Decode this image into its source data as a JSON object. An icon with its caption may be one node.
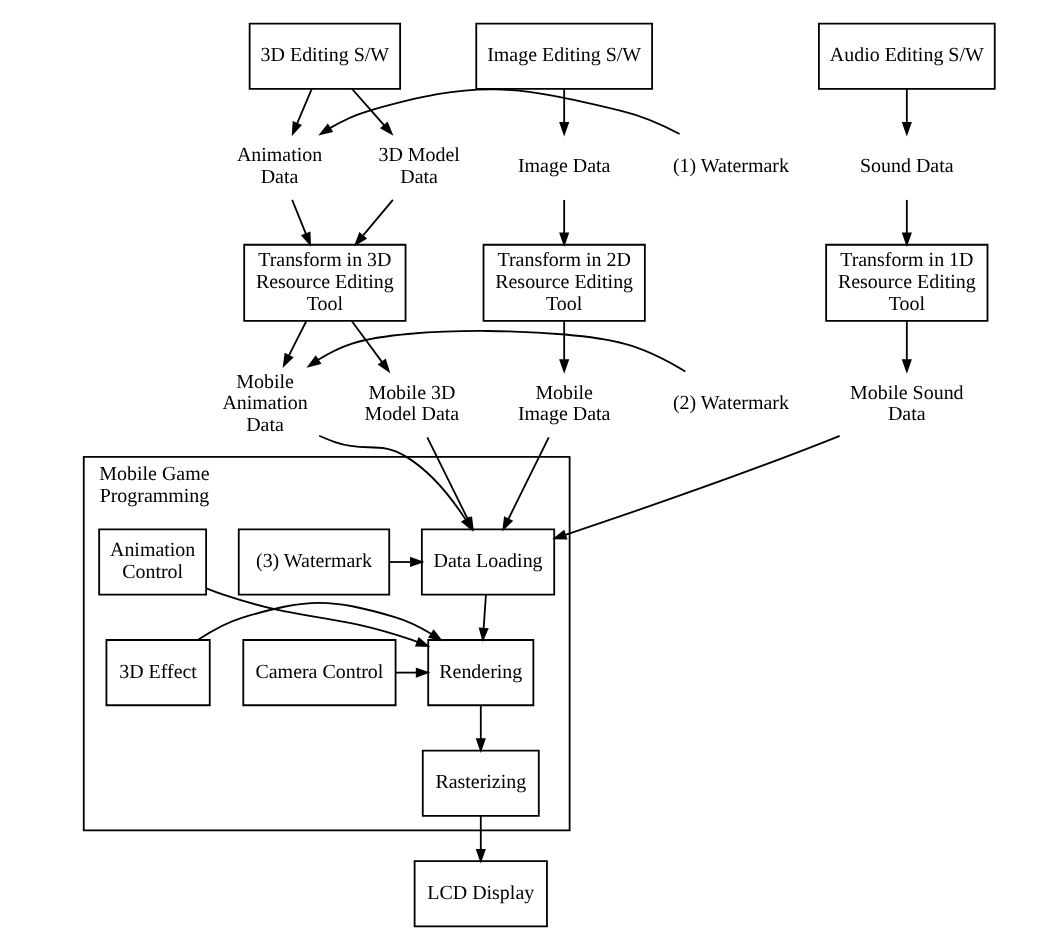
{
  "diagram": {
    "nodes": [
      {
        "text": [
          "3D Editing S/W"
        ]
      },
      {
        "text": [
          "Image Editing S/W"
        ]
      },
      {
        "text": [
          "Audio Editing S/W"
        ]
      },
      {
        "text": [
          "(1) Watermark"
        ]
      },
      {
        "text": [
          "Animation Data"
        ]
      },
      {
        "text": [
          "3D Model Data"
        ]
      },
      {
        "text": [
          "Image Data"
        ]
      },
      {
        "text": [
          "Sound Data"
        ]
      },
      {
        "text": [
          "Transform in 3D Resource Editing Tool"
        ]
      },
      {
        "text": [
          "Transform in 2D Resource Editing Tool"
        ]
      },
      {
        "text": [
          "Transform in 1D Resource Editing Tool"
        ]
      },
      {
        "text": [
          "(2) Watermark"
        ]
      },
      {
        "text": [
          "Mobile Animation Data"
        ]
      },
      {
        "text": [
          "Mobile 3D Model Data"
        ]
      },
      {
        "text": [
          "Mobile Image Data"
        ]
      },
      {
        "text": [
          "Mobile Sound Data"
        ]
      },
      {
        "text": [
          "Mobile Game Programming"
        ]
      },
      {
        "text": [
          "(3) Watermark"
        ],
        "in": 16
      },
      {
        "text": [
          "Data Loading"
        ],
        "in": 16
      },
      {
        "text": [
          "Camera Control"
        ],
        "in": 16
      },
      {
        "text": [
          "Rendering"
        ],
        "in": 16
      },
      {
        "text": [
          "3D Effect"
        ],
        "in": 16
      },
      {
        "text": [
          "Animation Control"
        ],
        "in": 16
      },
      {
        "text": [
          "Rasterizing"
        ],
        "in": 16
      },
      {
        "text": [
          "LCD Display"
        ]
      }
    ],
    "edges": [
      {
        "from": 0,
        "to": 4,
        "arrow": "to"
      },
      {
        "from": 0,
        "to": 5,
        "arrow": "to"
      },
      {
        "from": 1,
        "to": 6,
        "arrow": "to"
      },
      {
        "from": 2,
        "to": 7,
        "arrow": "to"
      },
      {
        "from": 3,
        "to": 4,
        "arrow": "to"
      },
      {
        "from": 4,
        "to": 8,
        "arrow": "to"
      },
      {
        "from": 5,
        "to": 8,
        "arrow": "to"
      },
      {
        "from": 6,
        "to": 9,
        "arrow": "to"
      },
      {
        "from": 7,
        "to": 10,
        "arrow": "to"
      },
      {
        "from": 8,
        "to": 12,
        "arrow": "to"
      },
      {
        "from": 8,
        "to": 13,
        "arrow": "to"
      },
      {
        "from": 9,
        "to": 14,
        "arrow": "to"
      },
      {
        "from": 10,
        "to": 15,
        "arrow": "to"
      },
      {
        "from": 11,
        "to": 12,
        "arrow": "to"
      },
      {
        "from": 12,
        "to": 18,
        "arrow": "to"
      },
      {
        "from": 13,
        "to": 18,
        "arrow": "to"
      },
      {
        "from": 14,
        "to": 18,
        "arrow": "to"
      },
      {
        "from": 15,
        "to": 18,
        "arrow": "to"
      },
      {
        "from": 17,
        "to": 18,
        "arrow": "to"
      },
      {
        "from": 18,
        "to": 20,
        "arrow": "to"
      },
      {
        "from": 19,
        "to": 20,
        "arrow": "to"
      },
      {
        "from": 22,
        "to": 20,
        "arrow": "to"
      },
      {
        "from": 21,
        "to": 20,
        "arrow": "to"
      },
      {
        "from": 20,
        "to": 23,
        "arrow": "to"
      },
      {
        "from": 23,
        "to": 24,
        "arrow": "to"
      }
    ]
  }
}
